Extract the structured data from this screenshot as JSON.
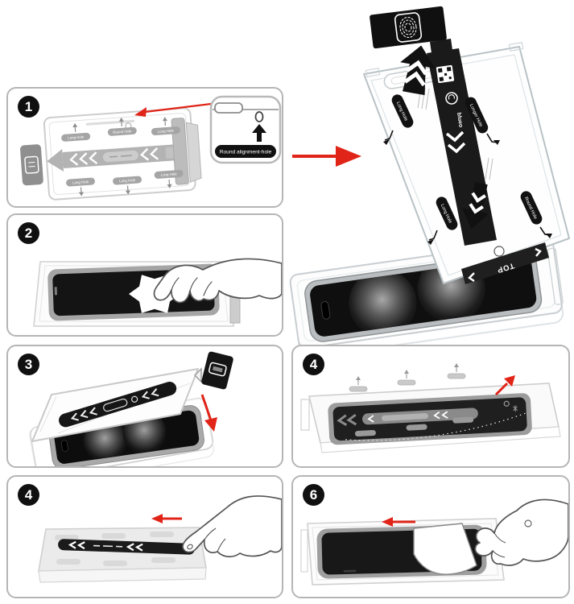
{
  "colors": {
    "accent_red": "#e02418",
    "ink_black": "#141414",
    "panel_border_gray": "#b5b5b5",
    "art_gray": "#a9a9a9"
  },
  "panels": {
    "step1": {
      "number": "1",
      "callout_label": "Round alignment-hole",
      "hole_labels_top": [
        "Long Hole",
        "Round Hole",
        "Long Hole"
      ],
      "hole_labels_bottom": [
        "Long Hole",
        "Long Hole",
        "Long Hole"
      ]
    },
    "step2": {
      "number": "2"
    },
    "step3": {
      "number": "3"
    },
    "step4": {
      "number": "4"
    },
    "step5": {
      "number": "4"
    },
    "step6": {
      "number": "6"
    }
  },
  "main_diagram": {
    "brand": "blueo",
    "top_band_label": "TOP",
    "hole_labels": [
      "Long Hole",
      "Longer Hole",
      "Long Hole",
      "Round Hole"
    ]
  }
}
